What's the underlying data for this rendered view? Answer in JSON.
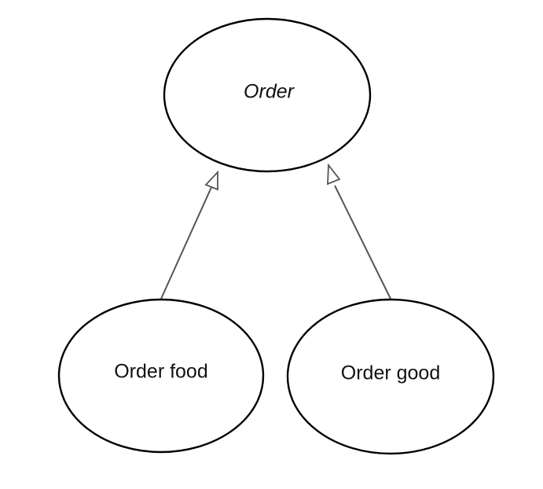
{
  "diagram": {
    "nodes": {
      "parent": {
        "label": "Order",
        "style": "italic"
      },
      "child_left": {
        "label": "Order food"
      },
      "child_right": {
        "label": "Order good"
      }
    },
    "edges": [
      {
        "from": "child_left",
        "to": "parent",
        "type": "generalization"
      },
      {
        "from": "child_right",
        "to": "parent",
        "type": "generalization"
      }
    ],
    "colors": {
      "stroke": "#000000",
      "edge": "#555555",
      "background": "#ffffff"
    }
  }
}
